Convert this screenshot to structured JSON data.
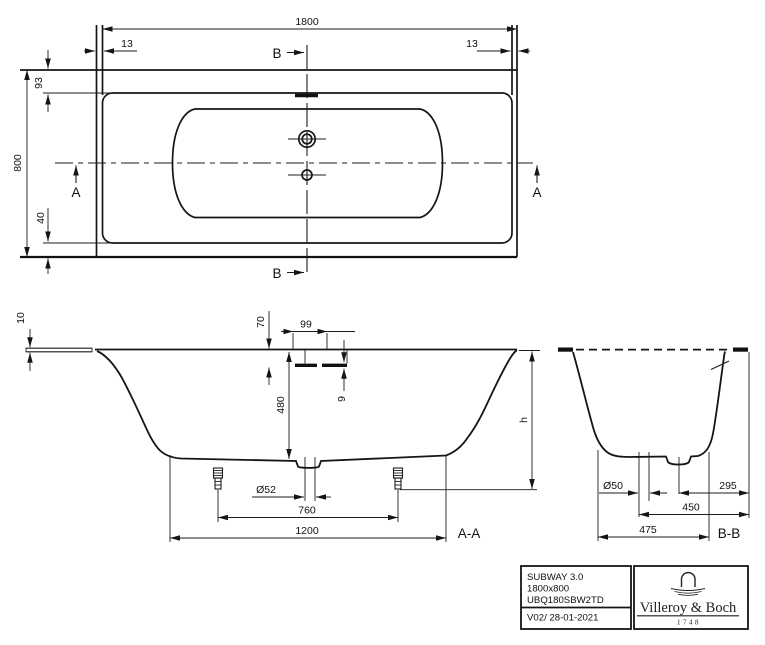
{
  "plan": {
    "overall_width": "1800",
    "overall_depth": "800",
    "rim_offset_left": "13",
    "rim_offset_right": "13",
    "rim_top_offset": "93",
    "apron_height": "40",
    "section_a_label": "A",
    "section_b_label": "B"
  },
  "section_aa": {
    "label": "A-A",
    "rim_thickness": "10",
    "deck_recess_depth": "70",
    "tap_hole_spacing": "99",
    "deck_plate_thickness": "9",
    "inner_depth": "480",
    "waste_hole_diameter": "Ø52",
    "feet_spacing": "760",
    "base_length": "1200",
    "height_label": "h"
  },
  "section_bb": {
    "label": "B-B",
    "waste_hole_diameter": "Ø50",
    "waste_offset_right": "295",
    "waste_offset": "450",
    "base_width": "475"
  },
  "title_block": {
    "product_name": "SUBWAY 3.0",
    "product_size": "1800x800",
    "article_number": "UBQ180SBW2TD",
    "revision": "V02/ 28-01-2021",
    "brand": "Villeroy & Boch",
    "brand_year": "1748"
  },
  "colors": {
    "line": "#151515",
    "background": "#ffffff"
  }
}
